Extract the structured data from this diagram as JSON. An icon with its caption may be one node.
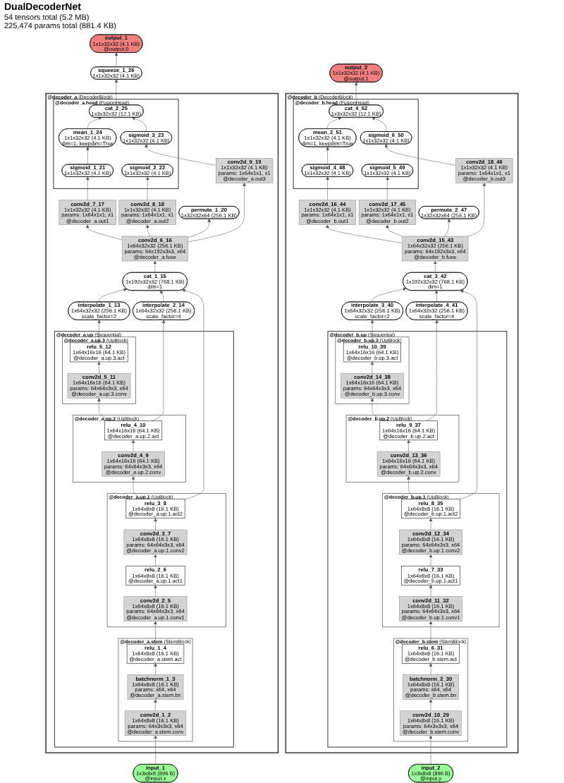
{
  "diagram": {
    "title": "DualDecoderNet",
    "labels": [
      "54 tensors total (5.2 MB)",
      "225,474 params total (881.4 KB)"
    ],
    "nodes": [
      {
        "text": [
          "output_1",
          "1x1x32x32 (4.1 KB)",
          "@output.0"
        ]
      },
      {
        "text": [
          "squeeze_1_26",
          "1x1x32x32 (4.1 KB)"
        ]
      },
      {
        "text": [
          "@decoder_a",
          "(DecoderBlock)"
        ]
      },
      {
        "text": [
          "@decoder_a.head",
          "(FusionHead)"
        ],
        "in": 2
      },
      {
        "text": [
          "cat_2_25",
          "1x3x32x32 (12.1 KB)"
        ],
        "in": 3
      },
      {
        "text": [
          "mean_1_24",
          "1x1x32x32 (4.1 KB)",
          "dim=1, keepdim=True"
        ],
        "in": 3
      },
      {
        "text": [
          "sigmoid_3_23",
          "1x1x32x32 (4.1 KB)"
        ],
        "in": 3
      },
      {
        "text": [
          "sigmoid_1_21",
          "1x1x32x32 (4.1 KB)"
        ],
        "in": 3
      },
      {
        "text": [
          "sigmoid_2_22",
          "1x1x32x32 (4.1 KB)"
        ],
        "in": 3
      },
      {
        "text": [
          "conv2d_7_17",
          "1x1x32x32 (4.1 KB)",
          "params: 1x64x1x1, x1",
          "@decoder_a.out1"
        ],
        "in": 2
      },
      {
        "text": [
          "conv2d_8_18",
          "1x1x32x32 (4.1 KB)",
          "params: 1x64x1x1, x1",
          "@decoder_a.out2"
        ],
        "in": 2
      },
      {
        "text": [
          "conv2d_9_19",
          "1x1x32x32 (4.1 KB)",
          "params: 1x64x1x1, x1",
          "@decoder_a.out3"
        ],
        "in": 2
      },
      {
        "text": [
          "permute_1_20",
          "1x32x32x64 (256.1 KB)"
        ],
        "in": 2
      },
      {
        "text": [
          "conv2d_6_16",
          "1x64x32x32 (256.1 KB)",
          "params: 64x192x3x3, x64",
          "@decoder_a.fuse"
        ],
        "in": 2
      },
      {
        "text": [
          "cat_1_15",
          "1x192x32x32 (768.1 KB)",
          "dim=1"
        ],
        "in": 2
      },
      {
        "text": [
          "interpolate_1_13",
          "1x64x32x32 (256.1 KB)",
          "scale_factor=2"
        ],
        "in": 2
      },
      {
        "text": [
          "@decoder_a.up",
          "(Sequential)"
        ],
        "in": 2
      },
      {
        "text": [
          "@decoder_a.up.3",
          "(UpBlock)"
        ],
        "in": 16
      },
      {
        "text": [
          "relu_5_12",
          "1x64x16x16 (64.1 KB)",
          "@decoder_a.up.3.act"
        ],
        "in": 17
      },
      {
        "text": [
          "conv2d_5_11",
          "1x64x16x16 (64.1 KB)",
          "params: 64x64x3x3, x64",
          "@decoder_a.up.3.conv"
        ],
        "in": 17
      },
      {
        "text": [
          "interpolate_2_14",
          "1x64x32x32 (256.1 KB)",
          "scale_factor=4"
        ],
        "in": 2
      },
      {
        "text": [
          "@decoder_a.up.2",
          "(UpBlock)"
        ],
        "in": 16
      },
      {
        "text": [
          "relu_4_10",
          "1x64x16x16 (64.1 KB)",
          "@decoder_a.up.2.act"
        ],
        "in": 21
      },
      {
        "text": [
          "conv2d_4_9",
          "1x64x16x16 (64.1 KB)",
          "params: 64x64x3x3, x64",
          "@decoder_a.up.2.conv"
        ],
        "in": 21
      },
      {
        "text": [
          "@decoder_a.up.1",
          "(UpBlock)"
        ],
        "in": 16
      },
      {
        "text": [
          "relu_3_8",
          "1x64x8x8 (16.1 KB)",
          "@decoder_a.up.1.act2"
        ],
        "in": 24
      },
      {
        "text": [
          "conv2d_3_7",
          "1x64x8x8 (16.1 KB)",
          "params: 64x64x3x3, x64",
          "@decoder_a.up.1.conv2"
        ],
        "in": 24
      },
      {
        "text": [
          "relu_2_6",
          "1x64x8x8 (16.1 KB)",
          "@decoder_a.up.1.act1"
        ],
        "in": 24
      },
      {
        "text": [
          "conv2d_2_5",
          "1x64x8x8 (16.1 KB)",
          "params: 64x64x3x3, x64",
          "@decoder_a.up.1.conv1"
        ],
        "in": 24
      },
      {
        "text": [
          "@decoder_a.stem",
          "(StemBlock)"
        ],
        "in": 16
      },
      {
        "text": [
          "relu_1_4",
          "1x64x8x8 (16.1 KB)",
          "@decoder_a.stem.act"
        ],
        "in": 29
      },
      {
        "text": [
          "batchnorm_1_3",
          "1x64x8x8 (16.1 KB)",
          "params: x64, x64",
          "@decoder_a.stem.bn"
        ],
        "in": 29
      },
      {
        "text": [
          "conv2d_1_2",
          "1x64x8x8 (16.1 KB)",
          "params: 64x3x3x3, x64",
          "@decoder_a.stem.conv"
        ],
        "in": 29
      },
      {
        "text": [
          "input_1",
          "1x3x8x8 (896 B)",
          "@input.x"
        ]
      },
      {
        "text": [
          "output_2",
          "1x1x32x32 (4.1 KB)",
          "@output.1"
        ]
      },
      {
        "text": [
          "@decoder_b",
          "(DecoderBlock)"
        ]
      },
      {
        "text": [
          "@decoder_b.head",
          "(FusionHead)"
        ],
        "in": 35
      },
      {
        "text": [
          "cat_4_52",
          "1x3x32x32 (12.1 KB)"
        ],
        "in": 36
      },
      {
        "text": [
          "mean_2_51",
          "1x1x32x32 (4.1 KB)",
          "dim=1, keepdim=True"
        ],
        "in": 36
      },
      {
        "text": [
          "sigmoid_6_50",
          "1x1x32x32 (4.1 KB)"
        ],
        "in": 36
      },
      {
        "text": [
          "sigmoid_4_48",
          "1x1x32x32 (4.1 KB)"
        ],
        "in": 36
      },
      {
        "text": [
          "sigmoid_5_49",
          "1x1x32x32 (4.1 KB)"
        ],
        "in": 36
      },
      {
        "text": [
          "conv2d_16_44",
          "1x1x32x32 (4.1 KB)",
          "params: 1x64x1x1, x1",
          "@decoder_b.out1"
        ],
        "in": 35
      },
      {
        "text": [
          "conv2d_17_45",
          "1x1x32x32 (4.1 KB)",
          "params: 1x64x1x1, x1",
          "@decoder_b.out2"
        ],
        "in": 35
      },
      {
        "text": [
          "conv2d_18_46",
          "1x1x32x32 (4.1 KB)",
          "params: 1x64x1x1, x1",
          "@decoder_b.out3"
        ],
        "in": 35
      },
      {
        "text": [
          "permute_2_47",
          "1x32x32x64 (256.1 KB)"
        ],
        "in": 35
      },
      {
        "text": [
          "conv2d_15_43",
          "1x64x32x32 (256.1 KB)",
          "params: 64x192x3x3, x64",
          "@decoder_b.fuse"
        ],
        "in": 35
      },
      {
        "text": [
          "cat_3_42",
          "1x192x32x32 (768.1 KB)",
          "dim=1"
        ],
        "in": 35
      },
      {
        "text": [
          "interpolate_3_40",
          "1x64x32x32 (256.1 KB)",
          "scale_factor=2"
        ],
        "in": 35
      },
      {
        "text": [
          "@decoder_b.up",
          "(Sequential)"
        ],
        "in": 35
      },
      {
        "text": [
          "@decoder_b.up.3",
          "(UpBlock)"
        ],
        "in": 49
      },
      {
        "text": [
          "relu_10_39",
          "1x64x16x16 (64.1 KB)",
          "@decoder_b.up.3.act"
        ],
        "in": 50
      },
      {
        "text": [
          "conv2d_14_38",
          "1x64x16x16 (64.1 KB)",
          "params: 64x64x3x3, x64",
          "@decoder_b.up.3.conv"
        ],
        "in": 50
      },
      {
        "text": [
          "interpolate_4_41",
          "1x64x32x32 (256.1 KB)",
          "scale_factor=4"
        ],
        "in": 35
      },
      {
        "text": [
          "@decoder_b.up.2",
          "(UpBlock)"
        ],
        "in": 49
      },
      {
        "text": [
          "relu_9_37",
          "1x64x16x16 (64.1 KB)",
          "@decoder_b.up.2.act"
        ],
        "in": 54
      },
      {
        "text": [
          "conv2d_13_36",
          "1x64x16x16 (64.1 KB)",
          "params: 64x64x3x3, x64",
          "@decoder_b.up.2.conv"
        ],
        "in": 54
      },
      {
        "text": [
          "@decoder_b.up.1",
          "(UpBlock)"
        ],
        "in": 49
      },
      {
        "text": [
          "relu_8_35",
          "1x64x8x8 (16.1 KB)",
          "@decoder_b.up.1.act2"
        ],
        "in": 57
      },
      {
        "text": [
          "conv2d_12_34",
          "1x64x8x8 (16.1 KB)",
          "params: 64x64x3x3, x64",
          "@decoder_b.up.1.conv2"
        ],
        "in": 57
      },
      {
        "text": [
          "relu_7_33",
          "1x64x8x8 (16.1 KB)",
          "@decoder_b.up.1.act1"
        ],
        "in": 57
      },
      {
        "text": [
          "conv2d_11_32",
          "1x64x8x8 (16.1 KB)",
          "params: 64x64x3x3, x64",
          "@decoder_b.up.1.conv1"
        ],
        "in": 57
      },
      {
        "text": [
          "@decoder_b.stem",
          "(StemBlock)"
        ],
        "in": 49
      },
      {
        "text": [
          "relu_6_31",
          "1x64x8x8 (16.1 KB)",
          "@decoder_b.stem.act"
        ],
        "in": 62
      },
      {
        "text": [
          "batchnorm_2_30",
          "1x64x8x8 (16.1 KB)",
          "params: x64, x64",
          "@decoder_b.stem.bn"
        ],
        "in": 62
      },
      {
        "text": [
          "conv2d_10_29",
          "1x64x8x8 (16.1 KB)",
          "params: 64x3x3x3, x64",
          "@decoder_b.stem.conv"
        ],
        "in": 62
      },
      {
        "text": [
          "input_2",
          "1x3x8x8 (896 B)",
          "@input.y"
        ]
      }
    ],
    "edges": [
      {
        "from": 1,
        "to": 0,
        "arrow": "to"
      },
      {
        "from": 4,
        "to": 1,
        "arrow": "to"
      },
      {
        "from": 5,
        "to": 4,
        "arrow": "to"
      },
      {
        "from": 6,
        "to": 4,
        "arrow": "to"
      },
      {
        "from": 7,
        "to": 5,
        "arrow": "to"
      },
      {
        "from": 9,
        "to": 7,
        "arrow": "to"
      },
      {
        "from": 10,
        "to": 8,
        "arrow": "to"
      },
      {
        "from": 11,
        "to": 6,
        "arrow": "to"
      },
      {
        "from": 13,
        "to": 9,
        "arrow": "to"
      },
      {
        "from": 13,
        "to": 10,
        "arrow": "to"
      },
      {
        "from": 13,
        "to": 11,
        "arrow": "to"
      },
      {
        "from": 13,
        "to": 12,
        "arrow": "to"
      },
      {
        "from": 14,
        "to": 13,
        "arrow": "to"
      },
      {
        "from": 15,
        "to": 14,
        "arrow": "to"
      },
      {
        "from": 20,
        "to": 14,
        "arrow": "to"
      },
      {
        "from": 25,
        "to": 14,
        "arrow": "to"
      },
      {
        "from": 18,
        "to": 15,
        "arrow": "to"
      },
      {
        "from": 19,
        "to": 18,
        "arrow": "to"
      },
      {
        "from": 22,
        "to": 19,
        "arrow": "to"
      },
      {
        "from": 22,
        "to": 20,
        "arrow": "to"
      },
      {
        "from": 23,
        "to": 22,
        "arrow": "to"
      },
      {
        "from": 25,
        "to": 23,
        "arrow": "to"
      },
      {
        "from": 26,
        "to": 25,
        "arrow": "to"
      },
      {
        "from": 27,
        "to": 26,
        "arrow": "to"
      },
      {
        "from": 28,
        "to": 27,
        "arrow": "to"
      },
      {
        "from": 30,
        "to": 28,
        "arrow": "to"
      },
      {
        "from": 31,
        "to": 30,
        "arrow": "to"
      },
      {
        "from": 32,
        "to": 31,
        "arrow": "to"
      },
      {
        "from": 33,
        "to": 32,
        "arrow": "to"
      },
      {
        "from": 37,
        "to": 34,
        "arrow": "to"
      },
      {
        "from": 38,
        "to": 37,
        "arrow": "to"
      },
      {
        "from": 39,
        "to": 37,
        "arrow": "to"
      },
      {
        "from": 40,
        "to": 38,
        "arrow": "to"
      },
      {
        "from": 42,
        "to": 40,
        "arrow": "to"
      },
      {
        "from": 43,
        "to": 41,
        "arrow": "to"
      },
      {
        "from": 44,
        "to": 39,
        "arrow": "to"
      },
      {
        "from": 46,
        "to": 42,
        "arrow": "to"
      },
      {
        "from": 46,
        "to": 43,
        "arrow": "to"
      },
      {
        "from": 46,
        "to": 44,
        "arrow": "to"
      },
      {
        "from": 46,
        "to": 45,
        "arrow": "to"
      },
      {
        "from": 47,
        "to": 46,
        "arrow": "to"
      },
      {
        "from": 48,
        "to": 47,
        "arrow": "to"
      },
      {
        "from": 53,
        "to": 47,
        "arrow": "to"
      },
      {
        "from": 58,
        "to": 47,
        "arrow": "to"
      },
      {
        "from": 51,
        "to": 48,
        "arrow": "to"
      },
      {
        "from": 52,
        "to": 51,
        "arrow": "to"
      },
      {
        "from": 55,
        "to": 52,
        "arrow": "to"
      },
      {
        "from": 55,
        "to": 53,
        "arrow": "to"
      },
      {
        "from": 56,
        "to": 55,
        "arrow": "to"
      },
      {
        "from": 58,
        "to": 56,
        "arrow": "to"
      },
      {
        "from": 59,
        "to": 58,
        "arrow": "to"
      },
      {
        "from": 60,
        "to": 59,
        "arrow": "to"
      },
      {
        "from": 61,
        "to": 60,
        "arrow": "to"
      },
      {
        "from": 63,
        "to": 61,
        "arrow": "to"
      },
      {
        "from": 64,
        "to": 63,
        "arrow": "to"
      },
      {
        "from": 65,
        "to": 64,
        "arrow": "to"
      },
      {
        "from": 66,
        "to": 65,
        "arrow": "to"
      }
    ]
  }
}
